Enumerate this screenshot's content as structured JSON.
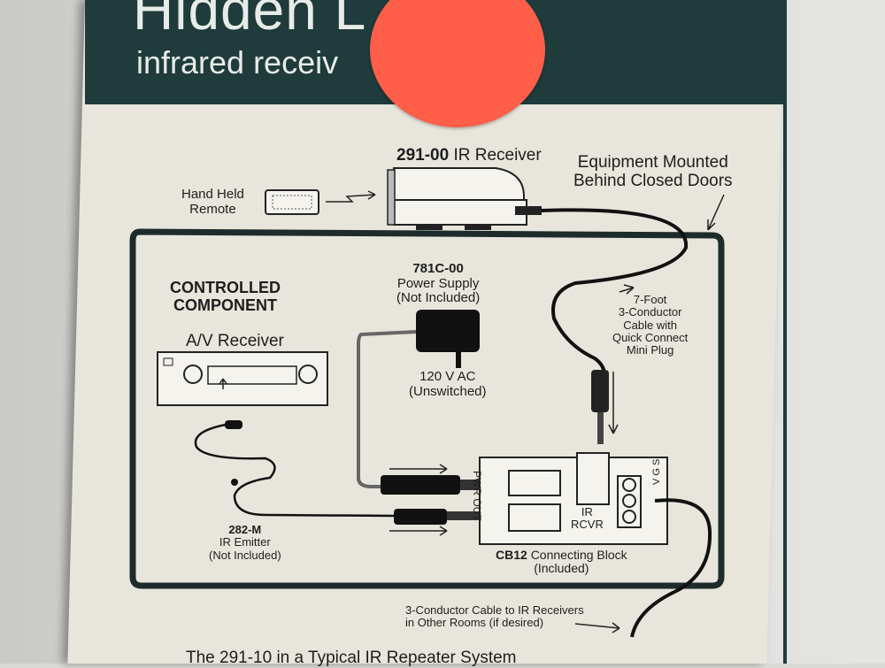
{
  "header": {
    "title_partial": "Hidden L",
    "subtitle_partial": "infrared receiv"
  },
  "receiver": {
    "model": "291-00",
    "name": "IR Receiver"
  },
  "remote": {
    "label_line1": "Hand Held",
    "label_line2": "Remote"
  },
  "mounted_note": {
    "line1": "Equipment Mounted",
    "line2": "Behind Closed Doors"
  },
  "controlled": {
    "line1": "CONTROLLED",
    "line2": "COMPONENT",
    "device": "A/V Receiver"
  },
  "power_supply": {
    "model": "781C-00",
    "line1": "Power Supply",
    "line2": "(Not Included)",
    "volt": "120 V AC",
    "volt_note": "(Unswitched)"
  },
  "cable": {
    "line1": "7-Foot",
    "line2": "3-Conductor",
    "line3": "Cable with",
    "line4": "Quick Connect",
    "line5": "Mini Plug"
  },
  "emitter": {
    "model": "282-M",
    "line1": "IR Emitter",
    "line2": "(Not Included)"
  },
  "block": {
    "model": "CB12",
    "name": "Connecting Block",
    "note": "(Included)",
    "pwr": "PWR",
    "out": "OUT",
    "ir": "IR",
    "rcvr": "RCVR",
    "v": "V",
    "g": "G",
    "s": "S"
  },
  "other_rooms": {
    "line1": "3-Conductor Cable to IR Receivers",
    "line2": "in Other Rooms (if desired)"
  },
  "footer_partial": "The 291-10  in a Typical IR Repeater System",
  "colors": {
    "box": "#e8e6dc",
    "band": "#1f3b3b",
    "sticker": "#ff5e48",
    "ink": "#1d1d1d"
  }
}
